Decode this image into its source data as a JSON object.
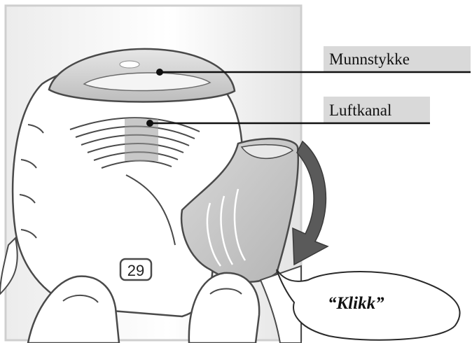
{
  "labels": {
    "mouthpiece": "Munnstykke",
    "air_channel": "Luftkanal",
    "click_sound": "“Klikk”"
  },
  "counter": {
    "value": "29"
  },
  "colors": {
    "outline": "#4a4a4a",
    "body_fill": "#ffffff",
    "mouthpiece_fill": "#d4d4d4",
    "cover_fill": "#c8c8c8",
    "arrow_fill": "#5a5a5a",
    "label_bg": "#d9d9d9",
    "backdrop": "#e4e4e4"
  },
  "icons": {
    "rotation_arrow": "curved-down-arrow-icon"
  }
}
